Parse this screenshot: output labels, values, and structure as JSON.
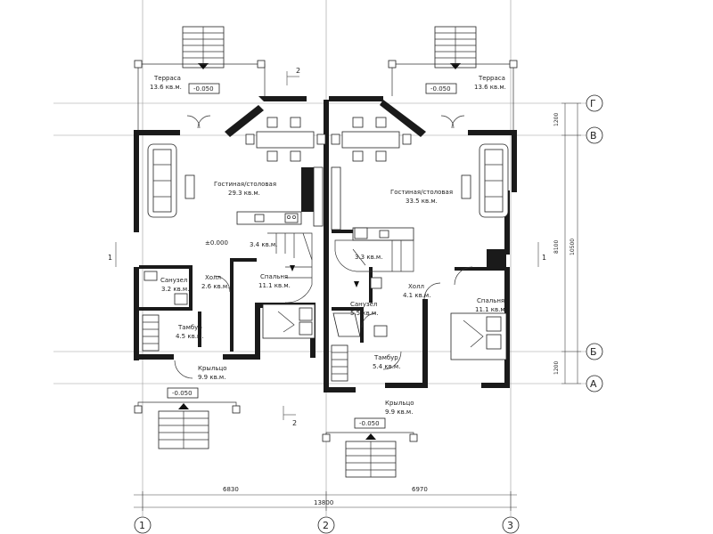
{
  "rooms": {
    "terrace_left": {
      "name": "Терраса",
      "area": "13.6 кв.м.",
      "level": "-0.050"
    },
    "terrace_right": {
      "name": "Терраса",
      "area": "13.6 кв.м.",
      "level": "-0.050"
    },
    "living_left": {
      "name": "Гостиная/столовая",
      "area": "29.3 кв.м."
    },
    "living_right": {
      "name": "Гостиная/столовая",
      "area": "33.5 кв.м."
    },
    "stair_left": {
      "area": "3.4 кв.м."
    },
    "stair_right": {
      "area": "3.3 кв.м."
    },
    "level_zero": "±0.000",
    "bath_left": {
      "name": "Санузел",
      "area": "3.2 кв.м."
    },
    "hall_left": {
      "name": "Холл",
      "area": "2.6 кв.м."
    },
    "bedroom_left": {
      "name": "Спальня",
      "area": "11.1 кв.м."
    },
    "vestibule_left": {
      "name": "Тамбур",
      "area": "4.5 кв.м."
    },
    "porch_left": {
      "name": "Крыльцо",
      "area": "9.9 кв.м.",
      "level": "-0.050"
    },
    "hall_right": {
      "name": "Холл",
      "area": "4.1 кв.м."
    },
    "bath_right": {
      "name": "Санузел",
      "area": "5.5 кв.м."
    },
    "bedroom_right": {
      "name": "Спальня",
      "area": "11.1 кв.м."
    },
    "vestibule_right": {
      "name": "Тамбур",
      "area": "5.4 кв.м."
    },
    "porch_right": {
      "name": "Крыльцо",
      "area": "9.9 кв.м.",
      "level": "-0.050"
    }
  },
  "axes": {
    "columns": [
      "1",
      "2",
      "3"
    ],
    "rows": [
      "Г",
      "В",
      "Б",
      "А"
    ]
  },
  "dimensions": {
    "bottom_left": "6830",
    "bottom_right": "6970",
    "bottom_total": "13800",
    "right_top": "1200",
    "right_middle": "8100",
    "right_bottom": "1200",
    "right_total": "10500"
  },
  "section_marks": {
    "section_1": "1",
    "section_2": "2"
  }
}
